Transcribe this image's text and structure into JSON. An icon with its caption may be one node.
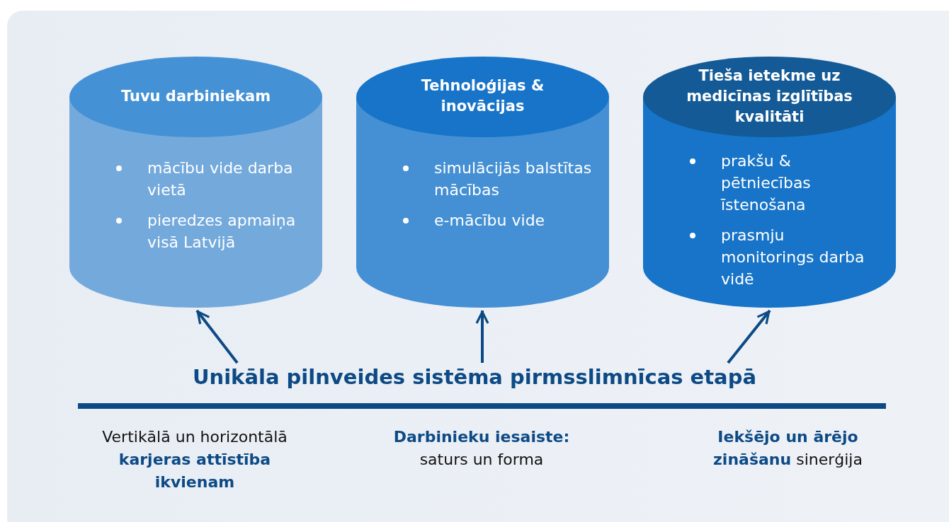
{
  "diagram": {
    "nodes": [
      {
        "text": [
          "Tuvu darbiniekam",
          "mācību vide darba vietā",
          "pieredzes apmaiņa visā Latvijā"
        ]
      },
      {
        "text": [
          "Tehnoloģijas & inovācijas",
          "simulācijās balstītas mācības",
          "e-mācību vide"
        ]
      },
      {
        "text": [
          "Tieša ietekme uz medicīnas izglītības kvalitāti",
          "prakšu & pētniecības īstenošana",
          "prasmju monitorings darba vidē"
        ]
      },
      {
        "text": [
          "Unikāla pilnveides sistēma pirmsslimnīcas etapā"
        ]
      }
    ],
    "edges": [
      {
        "from": 3,
        "to": 0,
        "arrow": "to"
      },
      {
        "from": 3,
        "to": 1,
        "arrow": "to"
      },
      {
        "from": 3,
        "to": 2,
        "arrow": "to"
      }
    ],
    "labels": [
      "Vertikālā un horizontālā **karjeras attīstība ikvienam**",
      "**Darbinieku iesaiste:** saturs un forma",
      "**Iekšējo un ārējo zināšanu** sinerģija"
    ]
  }
}
